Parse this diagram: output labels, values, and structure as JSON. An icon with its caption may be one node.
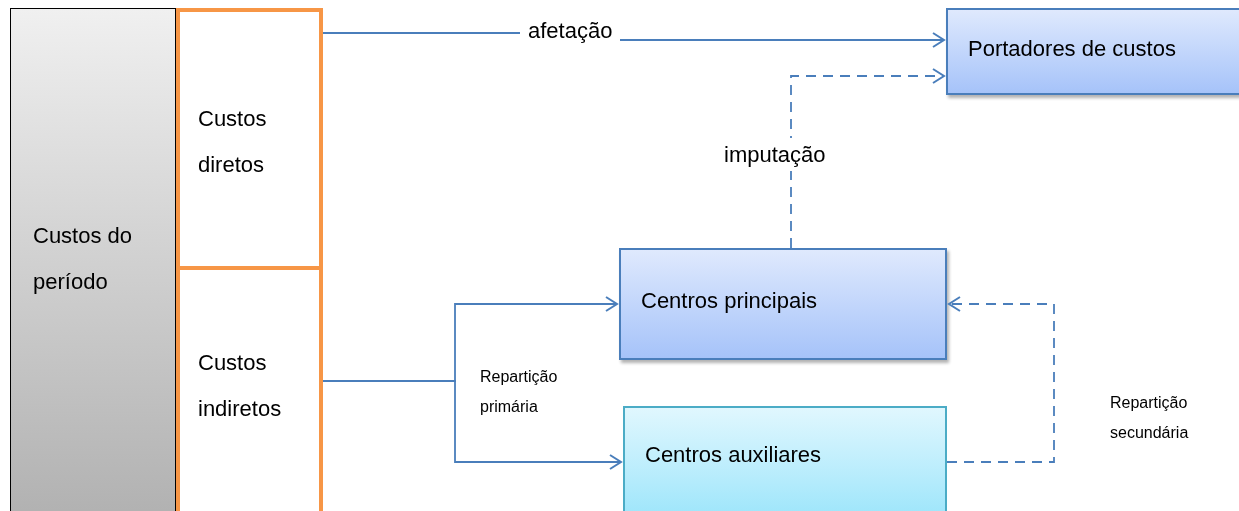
{
  "diagram": {
    "nodes": [
      {
        "text": [
          "Custos do período"
        ]
      },
      {
        "text": [
          "Custos diretos"
        ]
      },
      {
        "text": [
          "Custos indiretos"
        ]
      },
      {
        "text": [
          "Portadores de custos"
        ]
      },
      {
        "text": [
          "Centros principais"
        ]
      },
      {
        "text": [
          "Centros auxiliares"
        ]
      }
    ],
    "edges": [
      {
        "from": 1,
        "to": 3,
        "arrow": "to",
        "label": "afetação"
      },
      {
        "from": 2,
        "to": 4,
        "arrow": "to"
      },
      {
        "from": 2,
        "to": 5,
        "arrow": "to"
      },
      {
        "from": 4,
        "to": 3,
        "arrow": "to",
        "label": "imputação",
        "style": "dashed"
      },
      {
        "from": 5,
        "to": 4,
        "arrow": "to",
        "style": "dashed"
      }
    ],
    "labels": [
      "Repartição primária",
      "Repartição secundária"
    ]
  }
}
